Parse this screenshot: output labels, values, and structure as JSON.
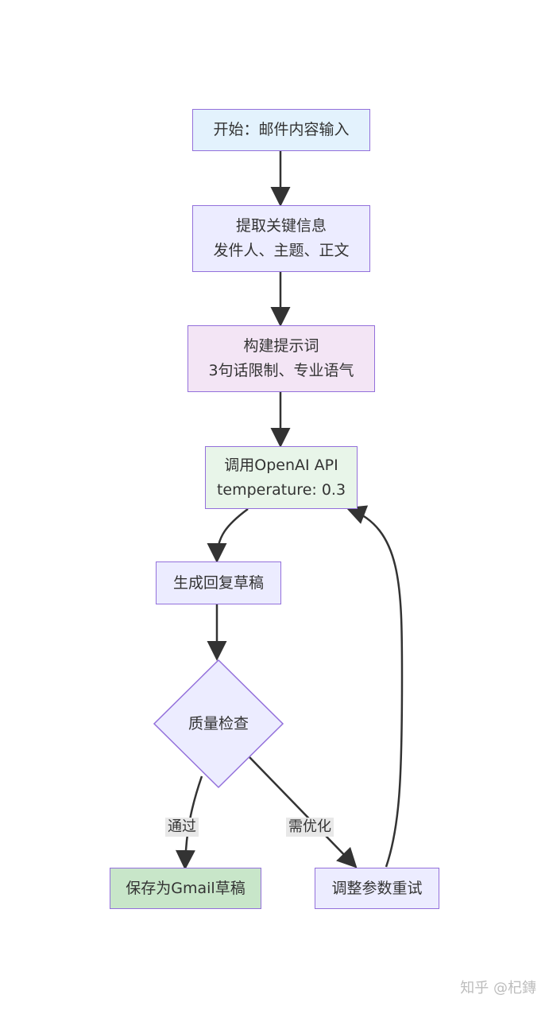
{
  "nodes": {
    "start": {
      "line1": "开始：邮件内容输入",
      "fill": "#e3f2fd"
    },
    "extract": {
      "line1": "提取关键信息",
      "line2": "发件人、主题、正文",
      "fill": "#ececff"
    },
    "prompt": {
      "line1": "构建提示词",
      "line2": "3句话限制、专业语气",
      "fill": "#f3e5f5"
    },
    "api": {
      "line1": "调用OpenAI API",
      "line2": "temperature: 0.3",
      "fill": "#e8f5e9"
    },
    "draft": {
      "line1": "生成回复草稿",
      "fill": "#ececff"
    },
    "check": {
      "line1": "质量检查",
      "fill": "#ececff"
    },
    "save": {
      "line1": "保存为Gmail草稿",
      "fill": "#c8e6c9"
    },
    "retry": {
      "line1": "调整参数重试",
      "fill": "#ececff"
    }
  },
  "edges": {
    "pass_label": "通过",
    "optimize_label": "需优化"
  },
  "watermark": "知乎 @杞鏄",
  "colors": {
    "node_border": "#9370DB",
    "edge": "#333333",
    "label_bg": "#e8e8e8"
  }
}
